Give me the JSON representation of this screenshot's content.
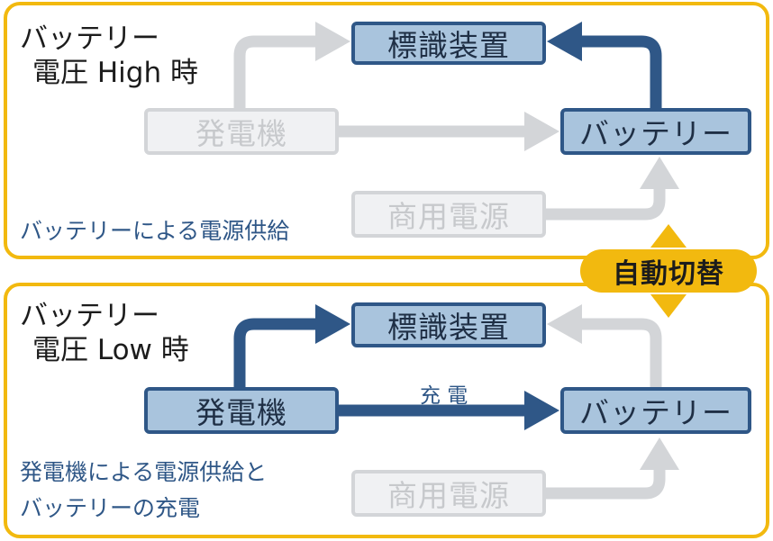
{
  "panels": {
    "top": {
      "condition_line1": "バッテリー",
      "condition_line2": "電圧 High 時",
      "description": "バッテリーによる電源供給",
      "nodes": {
        "sign": "標識装置",
        "generator": "発電機",
        "battery": "バッテリー",
        "commercial": "商用電源"
      }
    },
    "bottom": {
      "condition_line1": "バッテリー",
      "condition_line2": "電圧 Low 時",
      "description_line1": "発電機による電源供給と",
      "description_line2": "バッテリーの充電",
      "charge_label": "充 電",
      "nodes": {
        "sign": "標識装置",
        "generator": "発電機",
        "battery": "バッテリー",
        "commercial": "商用電源"
      }
    }
  },
  "switch_label": "自動切替",
  "colors": {
    "panel_border": "#f2b90f",
    "active_fill": "#a9c4dd",
    "active_stroke": "#2f5787",
    "inactive_fill": "#f0f1f3",
    "inactive_stroke": "#d3d5d8",
    "inactive_text": "#c7c9cc",
    "badge": "#f2b90f"
  }
}
